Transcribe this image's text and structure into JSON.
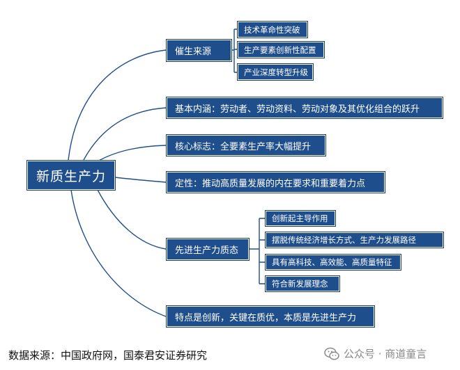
{
  "root": "新质生产力",
  "branches": {
    "catalyst": {
      "label": "催生来源",
      "children": [
        "技术革命性突破",
        "生产要素创新性配置",
        "产业深度转型升级"
      ]
    },
    "content": {
      "label": "基本内涵：劳动者、劳动资料、劳动对象及其优化组合的跃升"
    },
    "sign": {
      "label": "核心标志：全要素生产率大幅提升"
    },
    "nature": {
      "label": "定性：推动高质量发展的内在要求和重要着力点"
    },
    "quality": {
      "label": "先进生产力质态",
      "children": [
        "创新起主导作用",
        "摆脱传统经济增长方式、生产力发展路径",
        "具有高科技、高效能、高质量特征",
        "符合新发展理念"
      ]
    },
    "trait": {
      "label": "特点是创新，关键在质优，本质是先进生产力"
    }
  },
  "source": "数据来源：中国政府网，国泰君安证券研究",
  "watermark": "公众号 · 商道童言",
  "colors": {
    "node": "#1f4e8c",
    "line": "#1f4e8c",
    "text": "#ffffff"
  }
}
